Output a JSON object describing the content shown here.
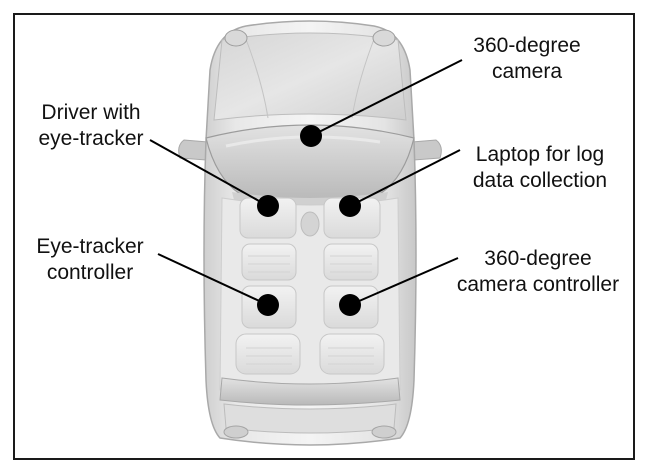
{
  "labels": {
    "camera": {
      "line1": "360-degree",
      "line2": "camera"
    },
    "driver": {
      "line1": "Driver with",
      "line2": "eye-tracker"
    },
    "laptop": {
      "line1": "Laptop for log",
      "line2": "data collection"
    },
    "eye_controller": {
      "line1": "Eye-tracker",
      "line2": "controller"
    },
    "camera_controller": {
      "line1": "360-degree",
      "line2": "camera controller"
    }
  },
  "colors": {
    "marker": "#000000",
    "leader_line": "#000000",
    "frame": "#1a1a1a"
  }
}
